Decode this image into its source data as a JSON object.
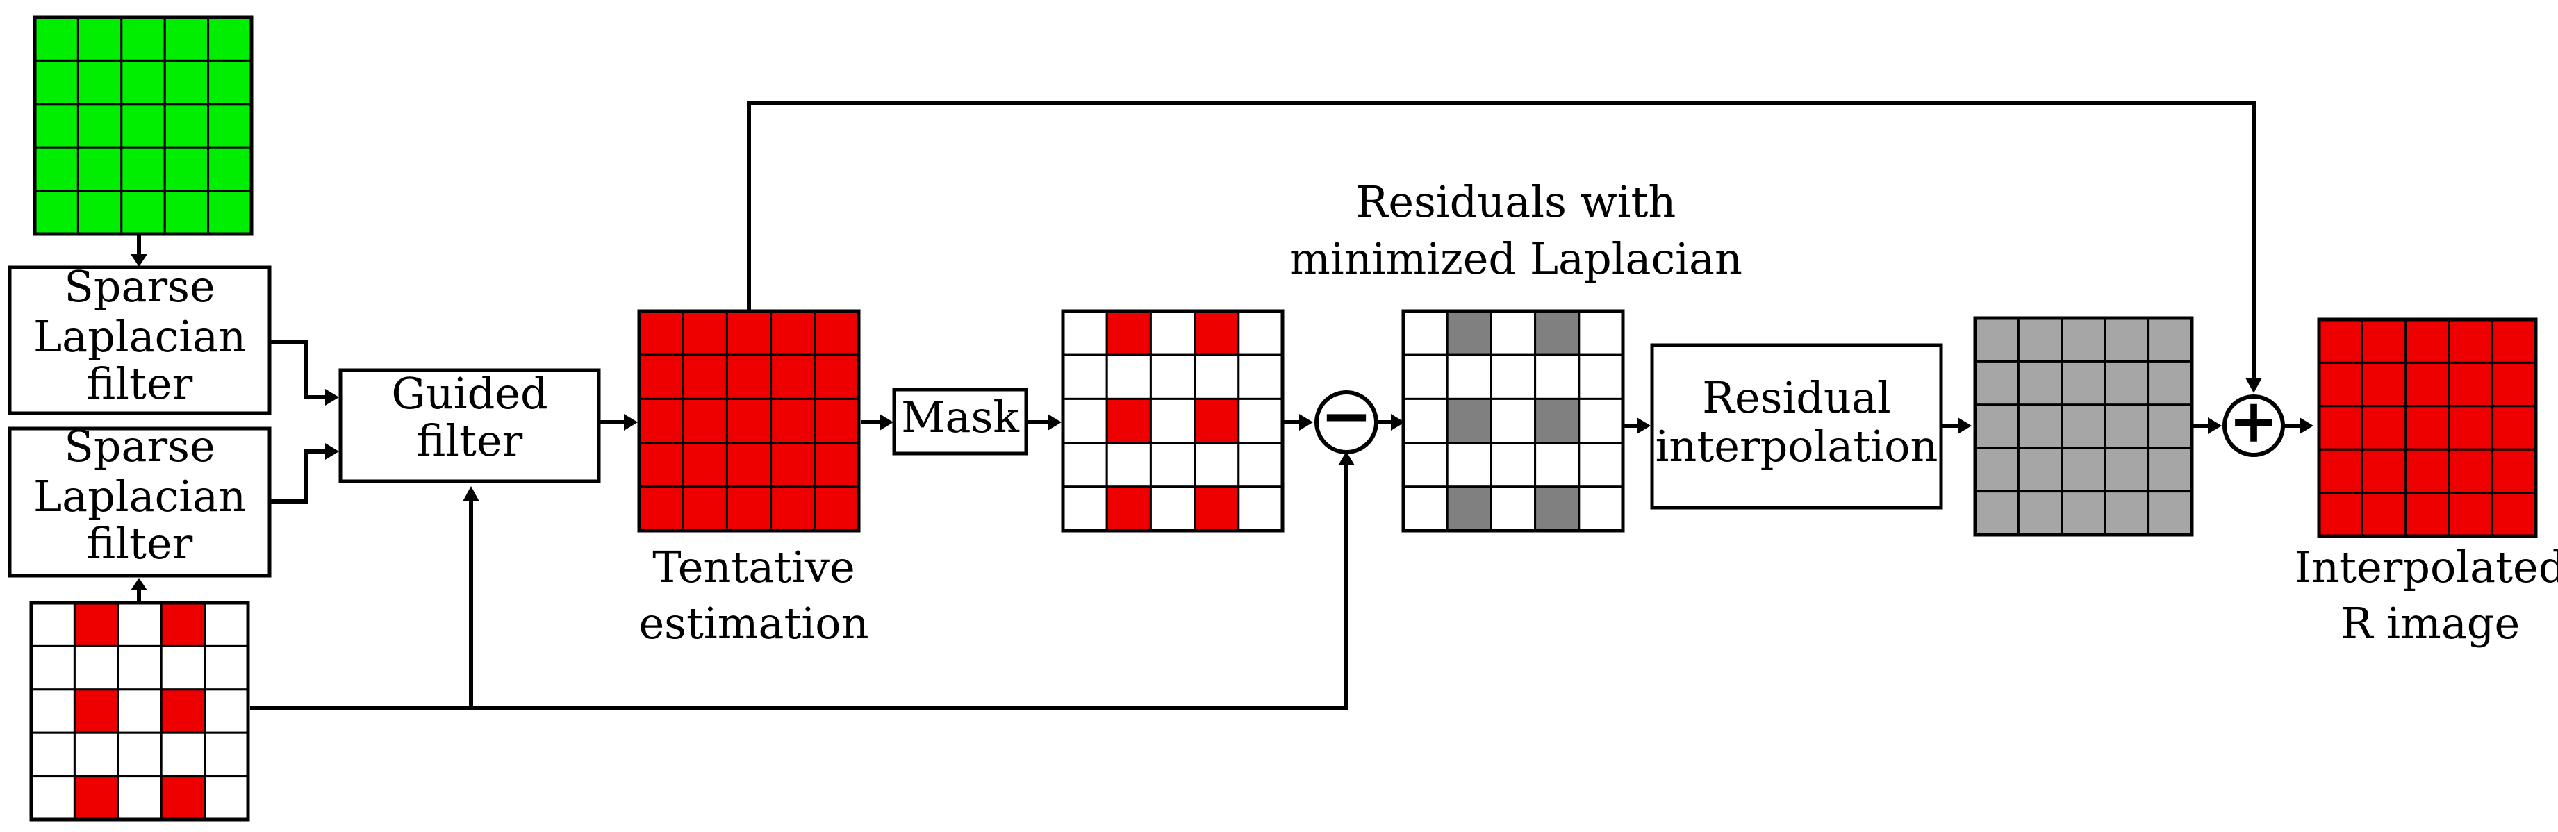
{
  "colors": {
    "green": "#00ee00",
    "red": "#ee0000",
    "white": "#ffffff",
    "dark_gray": "#808080",
    "light_gray": "#a6a6a6"
  },
  "boxes": {
    "sparse_laplacian_top": [
      "Sparse",
      "Laplacian",
      "filter"
    ],
    "sparse_laplacian_bottom": [
      "Sparse",
      "Laplacian",
      "filter"
    ],
    "guided_filter": [
      "Guided",
      "filter"
    ],
    "mask": [
      "Mask"
    ],
    "residual_interpolation": [
      "Residual",
      "interpolation"
    ]
  },
  "labels": {
    "tentative_estimation": [
      "Tentative",
      "estimation"
    ],
    "residuals_minimized": [
      "Residuals with",
      "minimized Laplacian"
    ],
    "interpolated_r_image": [
      "Interpolated",
      "R image"
    ]
  },
  "operators": {
    "subtract": "−",
    "add": "+"
  },
  "grids": {
    "green_input": {
      "pattern": "full",
      "fill": "green"
    },
    "red_sparse_input": {
      "pattern": "checker",
      "fill": "red",
      "empty": "white"
    },
    "tentative_estimation": {
      "pattern": "full",
      "fill": "red"
    },
    "masked_estimation": {
      "pattern": "checker",
      "fill": "red",
      "empty": "white"
    },
    "residuals": {
      "pattern": "checker",
      "fill": "dark_gray",
      "empty": "white"
    },
    "interpolated_residuals": {
      "pattern": "full",
      "fill": "light_gray"
    },
    "interpolated_r_output": {
      "pattern": "full",
      "fill": "red"
    }
  }
}
